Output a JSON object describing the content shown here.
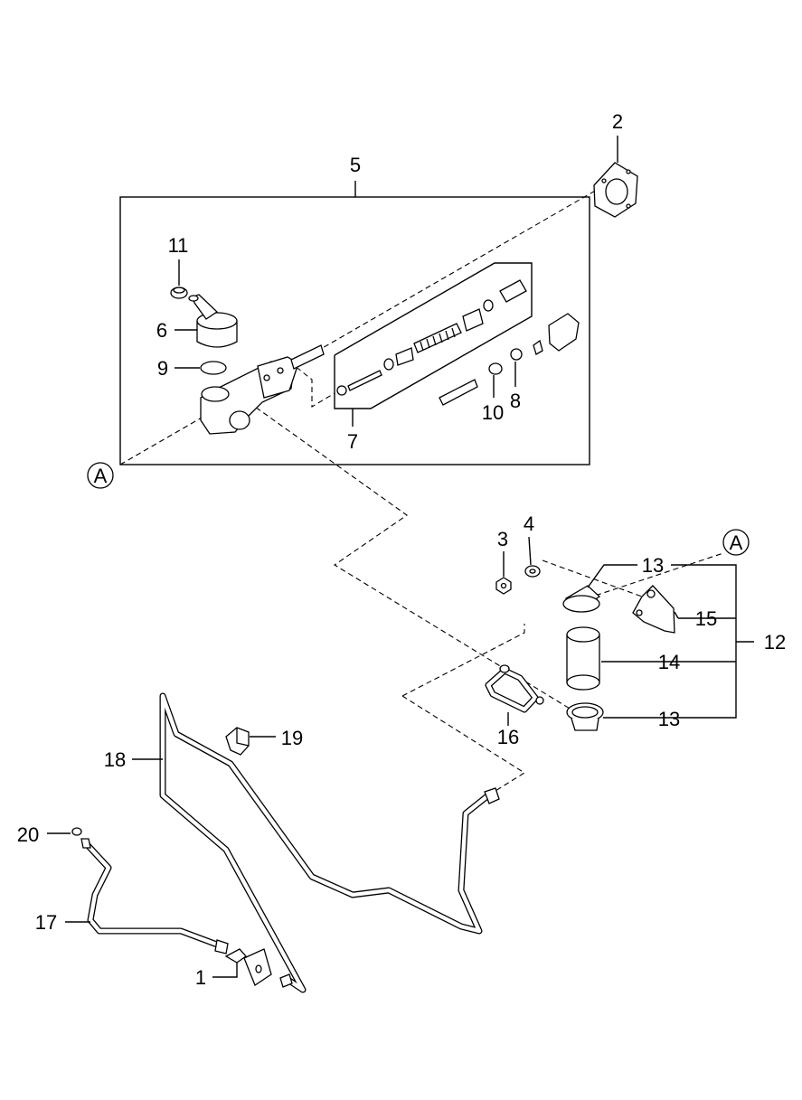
{
  "diagram": {
    "callouts": [
      {
        "id": "2",
        "label": "2"
      },
      {
        "id": "5",
        "label": "5"
      },
      {
        "id": "11",
        "label": "11"
      },
      {
        "id": "6",
        "label": "6"
      },
      {
        "id": "9",
        "label": "9"
      },
      {
        "id": "10",
        "label": "10"
      },
      {
        "id": "8",
        "label": "8"
      },
      {
        "id": "7",
        "label": "7"
      },
      {
        "id": "3",
        "label": "3"
      },
      {
        "id": "4",
        "label": "4"
      },
      {
        "id": "13a",
        "label": "13"
      },
      {
        "id": "15",
        "label": "15"
      },
      {
        "id": "12",
        "label": "12"
      },
      {
        "id": "14",
        "label": "14"
      },
      {
        "id": "13b",
        "label": "13"
      },
      {
        "id": "16",
        "label": "16"
      },
      {
        "id": "19",
        "label": "19"
      },
      {
        "id": "18",
        "label": "18"
      },
      {
        "id": "20",
        "label": "20"
      },
      {
        "id": "17",
        "label": "17"
      },
      {
        "id": "1",
        "label": "1"
      }
    ],
    "reference_markers": [
      {
        "id": "a-left",
        "label": "A"
      },
      {
        "id": "a-right",
        "label": "A"
      }
    ]
  }
}
